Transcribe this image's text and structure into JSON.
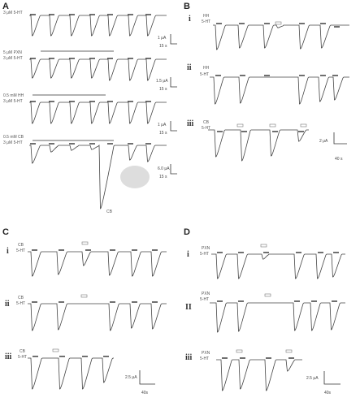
{
  "panels": {
    "A": {
      "letter": "A",
      "rows": [
        {
          "label1": "3 μM 5-HT",
          "label2": "",
          "scale_y": "1 μA",
          "scale_x": "15 s"
        },
        {
          "label1": "5 μM PXN",
          "label2": "3 μM 5-HT",
          "scale_y": "1.5 μA",
          "scale_x": "15 s"
        },
        {
          "label1": "0.5 mM HH",
          "label2": "3 μM 5-HT",
          "scale_y": "1 μA",
          "scale_x": "15 s"
        },
        {
          "label1": "0.5 mM CB",
          "label2": "3 μM 5-HT",
          "scale_y": "6.0 μA",
          "scale_x": "15 s"
        }
      ],
      "inset_label": "CB"
    },
    "B": {
      "letter": "B",
      "rows": [
        {
          "roman": "i",
          "drug": "HH",
          "agonist": "5-HT"
        },
        {
          "roman": "ii",
          "drug": "HH",
          "agonist": "5-HT"
        },
        {
          "roman": "iii",
          "drug": "CB",
          "agonist": "5-HT"
        }
      ],
      "scale_y": "2 μA",
      "scale_x": "40 s"
    },
    "C": {
      "letter": "C",
      "rows": [
        {
          "roman": "i",
          "drug": "CB",
          "agonist": "5-HT"
        },
        {
          "roman": "ii",
          "drug": "CB",
          "agonist": "5-HT"
        },
        {
          "roman": "iii",
          "drug": "CB",
          "agonist": "5-HT"
        }
      ],
      "scale_y": "2.5 μA",
      "scale_x": "40s"
    },
    "D": {
      "letter": "D",
      "rows": [
        {
          "roman": "i",
          "drug": "PXN",
          "agonist": "5-HT"
        },
        {
          "roman": "II",
          "drug": "PXN",
          "agonist": "5-HT"
        },
        {
          "roman": "iii",
          "drug": "PXN",
          "agonist": "5-HT"
        }
      ],
      "scale_y": "2.5 μA",
      "scale_x": "40s"
    }
  },
  "colors": {
    "trace": "#444444",
    "tick": "#222222",
    "inset_ellipse": "#cfcfcf"
  }
}
